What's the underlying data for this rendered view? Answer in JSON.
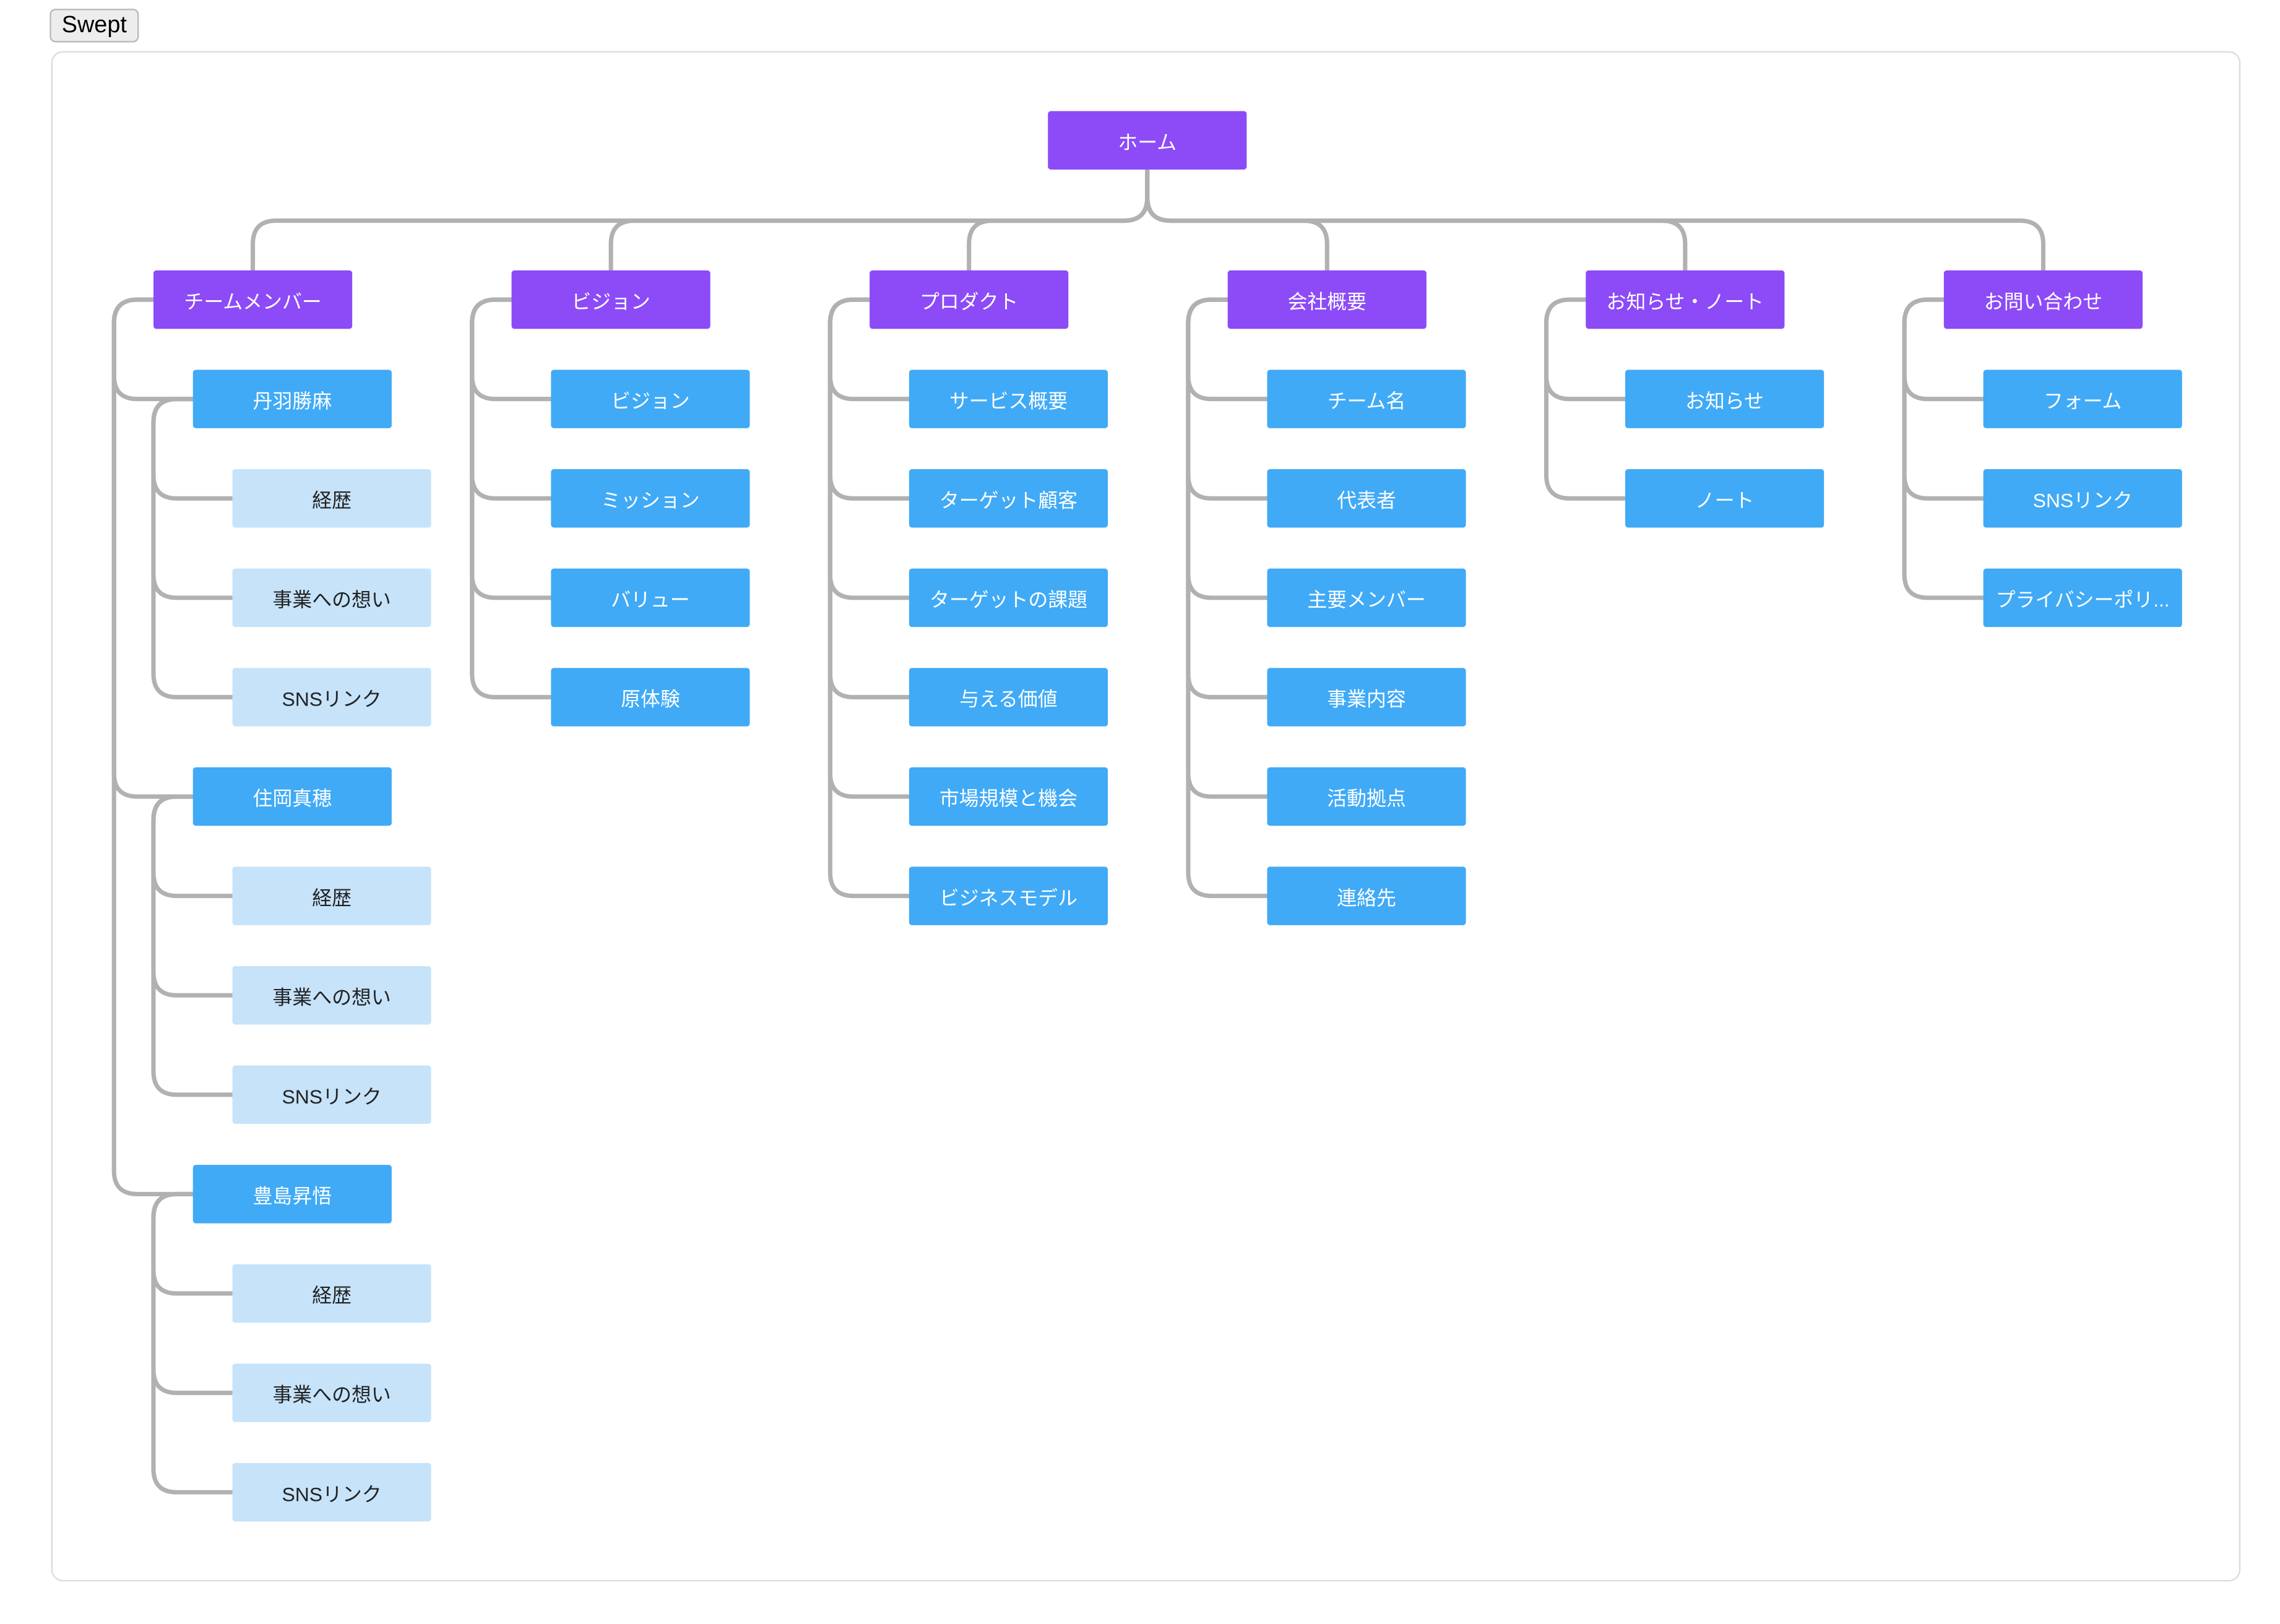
{
  "toolbar": {
    "swept_label": "Swept"
  },
  "colors": {
    "root": "#8c4bf7",
    "section": "#8c4bf7",
    "page": "#40aaf6",
    "subpage": "#c6e3fa",
    "connector": "#b1b1b1",
    "label_light": "#ffffff",
    "label_dark": "#222222"
  },
  "sitemap": {
    "label": "ホーム",
    "children": [
      {
        "label": "チームメンバー",
        "children": [
          {
            "label": "丹羽勝麻",
            "children": [
              {
                "label": "経歴"
              },
              {
                "label": "事業への想い"
              },
              {
                "label": "SNSリンク"
              }
            ]
          },
          {
            "label": "住岡真穂",
            "children": [
              {
                "label": "経歴"
              },
              {
                "label": "事業への想い"
              },
              {
                "label": "SNSリンク"
              }
            ]
          },
          {
            "label": "豊島昇悟",
            "children": [
              {
                "label": "経歴"
              },
              {
                "label": "事業への想い"
              },
              {
                "label": "SNSリンク"
              }
            ]
          }
        ]
      },
      {
        "label": "ビジョン",
        "children": [
          {
            "label": "ビジョン"
          },
          {
            "label": "ミッション"
          },
          {
            "label": "バリュー"
          },
          {
            "label": "原体験"
          }
        ]
      },
      {
        "label": "プロダクト",
        "children": [
          {
            "label": "サービス概要"
          },
          {
            "label": "ターゲット顧客"
          },
          {
            "label": "ターゲットの課題"
          },
          {
            "label": "与える価値"
          },
          {
            "label": "市場規模と機会"
          },
          {
            "label": "ビジネスモデル"
          }
        ]
      },
      {
        "label": "会社概要",
        "children": [
          {
            "label": "チーム名"
          },
          {
            "label": "代表者"
          },
          {
            "label": "主要メンバー"
          },
          {
            "label": "事業内容"
          },
          {
            "label": "活動拠点"
          },
          {
            "label": "連絡先"
          }
        ]
      },
      {
        "label": "お知らせ・ノート",
        "children": [
          {
            "label": "お知らせ"
          },
          {
            "label": "ノート"
          }
        ]
      },
      {
        "label": "お問い合わせ",
        "children": [
          {
            "label": "フォーム"
          },
          {
            "label": "SNSリンク"
          },
          {
            "label": "プライバシーポリ..."
          }
        ]
      }
    ]
  }
}
